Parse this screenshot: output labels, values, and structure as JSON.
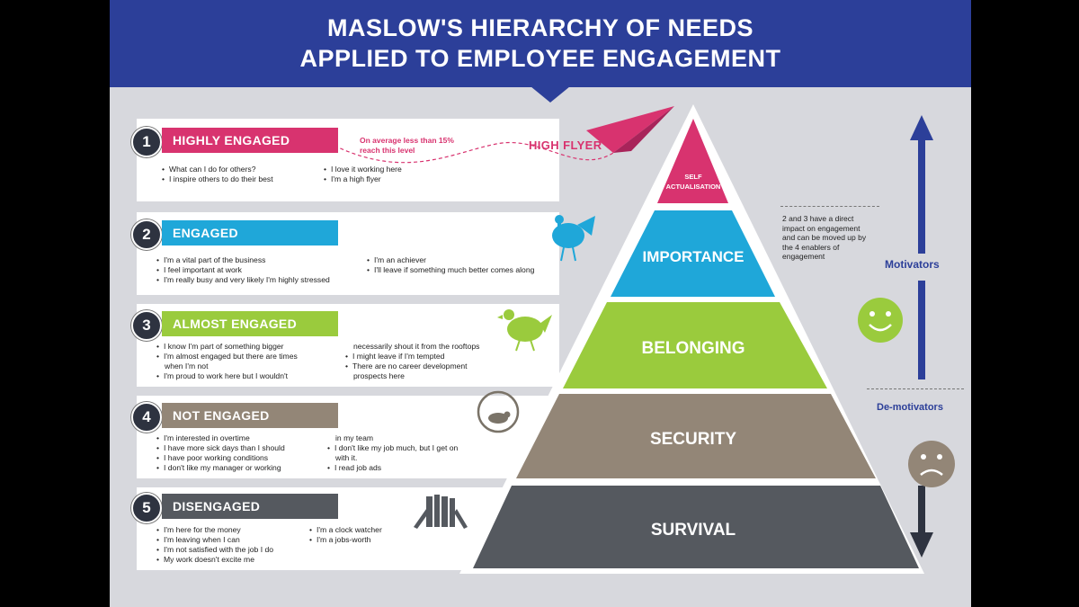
{
  "header": {
    "title_line1": "MASLOW'S HIERARCHY OF NEEDS",
    "title_line2": "APPLIED TO EMPLOYEE ENGAGEMENT"
  },
  "levels": [
    {
      "number": "1",
      "label": "HIGHLY ENGAGED",
      "color": "#d8336f",
      "col1": [
        "What can I do for others?",
        "I inspire others to do their best"
      ],
      "col2": [
        "I love it working here",
        "I'm a high flyer"
      ],
      "note": "On average less than 15% reach this level",
      "tag": "HIGH FLYER",
      "icon": "paper-plane-icon"
    },
    {
      "number": "2",
      "label": "ENGAGED",
      "color": "#1fa7d9",
      "col1": [
        "I'm a vital part of the business",
        "I feel important at work",
        "I'm really busy and very likely I'm highly stressed"
      ],
      "col2": [
        "I'm an achiever",
        "I'll leave if something much better comes along"
      ],
      "icon": "turkey-icon"
    },
    {
      "number": "3",
      "label": "ALMOST ENGAGED",
      "color": "#9acb3d",
      "col1": [
        "I know I'm part of something bigger",
        "I'm almost engaged but there are times",
        "when I'm not",
        "I'm proud to work here but I wouldn't"
      ],
      "col2": [
        "necessarily shout it from the rooftops",
        "I might leave if I'm tempted",
        "There are no career development",
        "prospects here"
      ],
      "icon": "chicken-icon"
    },
    {
      "number": "4",
      "label": "NOT ENGAGED",
      "color": "#938677",
      "col1": [
        "I'm interested in overtime",
        "I have more sick days than I should",
        "I have poor working conditions",
        "I don't like my manager or working"
      ],
      "col2": [
        "in my team",
        "I don't like my job much, but I get on",
        "with it.",
        "I read job ads"
      ],
      "icon": "hamster-wheel-icon"
    },
    {
      "number": "5",
      "label": "DISENGAGED",
      "color": "#55595f",
      "col1": [
        "I'm here for the money",
        "I'm leaving when I can",
        "I'm not satisfied with the job I do",
        "My work doesn't excite me"
      ],
      "col2": [
        "I'm a clock watcher",
        "I'm a jobs-worth"
      ],
      "icon": "books-icon"
    }
  ],
  "pyramid": [
    {
      "label_line1": "SELF",
      "label_line2": "ACTUALISATION",
      "color": "#d8336f"
    },
    {
      "label": "IMPORTANCE",
      "color": "#1fa7d9"
    },
    {
      "label": "BELONGING",
      "color": "#9acb3d"
    },
    {
      "label": "SECURITY",
      "color": "#938677"
    },
    {
      "label": "SURVIVAL",
      "color": "#55595f"
    }
  ],
  "side": {
    "motivators": "Motivators",
    "demotivators": "De-motivators",
    "note": "2 and 3 have a direct impact on engagement and can be moved up by the 4 enablers of engagement",
    "up_arrow_color": "#2c3f99",
    "down_arrow_color": "#2e3340",
    "happy_icon": "smiley-happy-icon",
    "sad_icon": "smiley-sad-icon"
  }
}
